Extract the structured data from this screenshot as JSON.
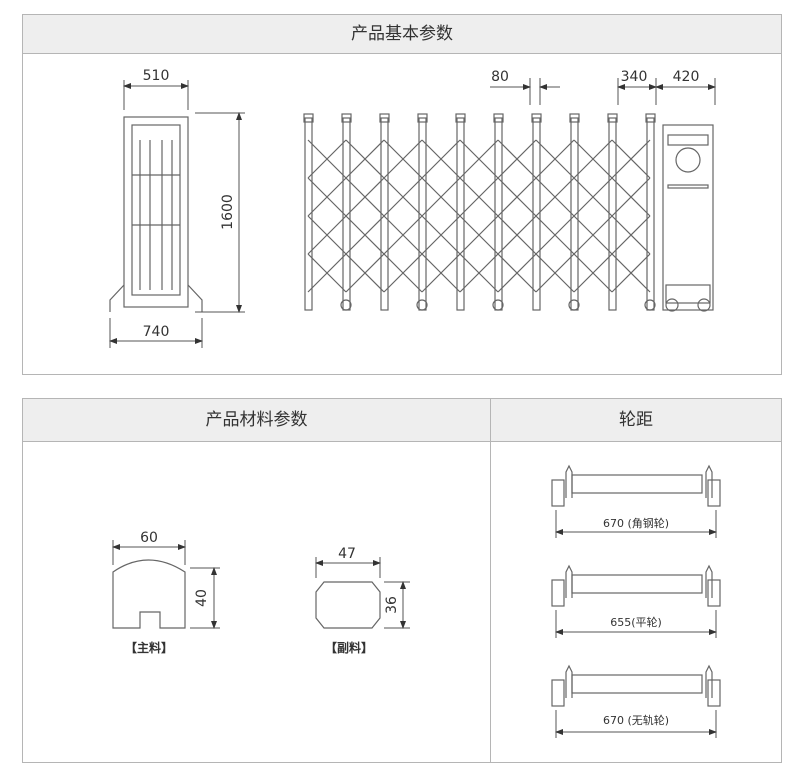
{
  "basic": {
    "title": "产品基本参数",
    "width_side": "510",
    "height": "1600",
    "base_width": "740",
    "gap": "80",
    "box_gap": "340",
    "box_width": "420"
  },
  "material": {
    "title": "产品材料参数",
    "main": {
      "w": "60",
      "h": "40",
      "label": "【主料】"
    },
    "sub": {
      "w": "47",
      "h": "36",
      "label": "【副料】"
    }
  },
  "wheelbase": {
    "title": "轮距",
    "items": [
      {
        "label": "670 (角钢轮)"
      },
      {
        "label": "655(平轮)"
      },
      {
        "label": "670 (无轨轮)"
      }
    ]
  }
}
